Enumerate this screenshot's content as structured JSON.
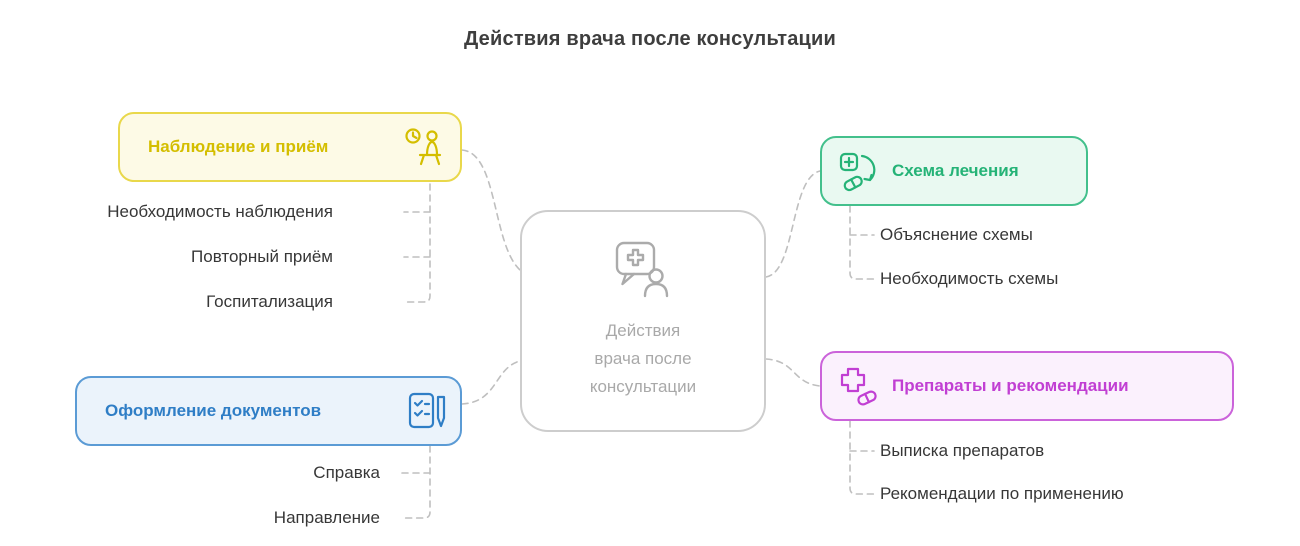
{
  "title": "Действия врача после консультации",
  "center": {
    "label": "Действия врача после консультации",
    "lines": [
      "Действия",
      "врача после",
      "консультации"
    ],
    "icon": "consultation-chat-icon",
    "border_color": "#cdcdcd",
    "text_color": "#a9a9a9"
  },
  "branches": [
    {
      "label": "Наблюдение и приём",
      "icon": "appointment-person-clock-icon",
      "text_color": "#d4be00",
      "border_color": "#e9d84b",
      "background": "#fdfae6",
      "children": [
        "Необходимость наблюдения",
        "Повторный приём",
        "Госпитализация"
      ]
    },
    {
      "label": "Оформление документов",
      "icon": "document-pen-icon",
      "text_color": "#2f7ec6",
      "border_color": "#5b9bd5",
      "background": "#ebf3fb",
      "children": [
        "Справка",
        "Направление"
      ]
    },
    {
      "label": "Схема лечения",
      "icon": "treatment-scheme-icon",
      "text_color": "#25b377",
      "border_color": "#43c08c",
      "background": "#e9f9f1",
      "children": [
        "Объяснение схемы",
        "Необходимость схемы"
      ]
    },
    {
      "label": "Препараты и рекомендации",
      "icon": "medication-pill-icon",
      "text_color": "#c13fd3",
      "border_color": "#cb63da",
      "background": "#fbf1fd",
      "children": [
        "Выписка препаратов",
        "Рекомендации по применению"
      ]
    }
  ],
  "connector_color": "#bfbfbf"
}
